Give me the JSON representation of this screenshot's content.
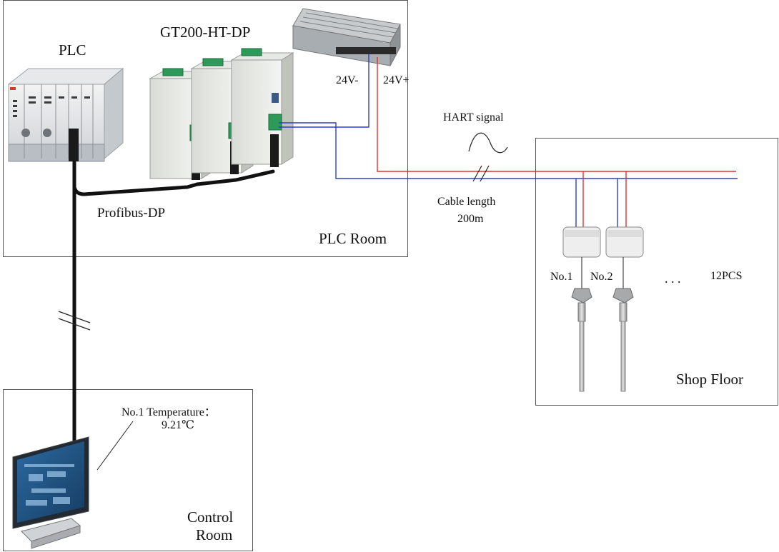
{
  "rooms": {
    "plc_room": "PLC Room",
    "shop_floor": "Shop Floor",
    "control_room_line1": "Control",
    "control_room_line2": "Room"
  },
  "devices": {
    "plc": "PLC",
    "gateway": "GT200-HT-DP",
    "bus": "Profibus-DP"
  },
  "power": {
    "negative": "24V-",
    "positive": "24V+"
  },
  "signal": {
    "hart": "HART signal",
    "cable_line1": "Cable length",
    "cable_line2": "200m"
  },
  "transmitters": {
    "no1": "No.1",
    "no2": "No.2",
    "ellipsis": ". . .",
    "count": "12PCS"
  },
  "readout": {
    "line1": "No.1 Temperature：",
    "line2": "9.21℃"
  },
  "colors": {
    "negative_wire": "#2b3fc8",
    "positive_wire": "#e03030",
    "profibus_cable": "#111111",
    "screen": "#1d4f7e"
  }
}
